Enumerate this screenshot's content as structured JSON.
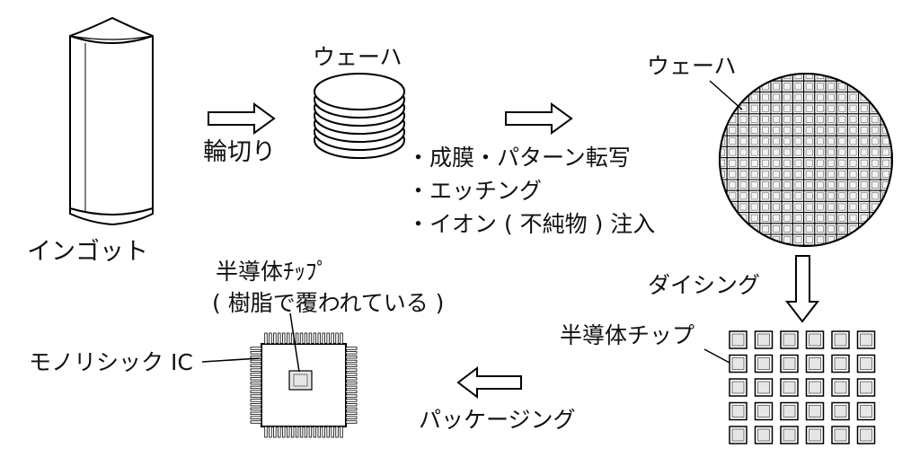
{
  "labels": {
    "ingot": "インゴット",
    "slicing": "輪切り",
    "wafer_stack": "ウェーハ",
    "wafer_full": "ウェーハ",
    "process_1": "・成膜・パターン転写",
    "process_2": "・エッチング",
    "process_3": "・イオン ( 不純物 ) 注入",
    "dicing": "ダイシング",
    "chips": "半導体チップ",
    "packaging": "パッケージング",
    "monolithic": "モノリシック IC",
    "chip_in_package_1": "半導体ﾁｯﾌﾟ",
    "chip_in_package_2": "( 樹脂で覆われている )"
  },
  "colors": {
    "line": "#000000",
    "grid": "#555555",
    "die_fill": "#e6e6e6"
  },
  "icons": {
    "ingot": "silicon-ingot-icon",
    "wafer_stack": "wafer-stack-icon",
    "wafer": "wafer-grid-icon",
    "chips": "chip-array-icon",
    "package": "ic-package-icon"
  }
}
